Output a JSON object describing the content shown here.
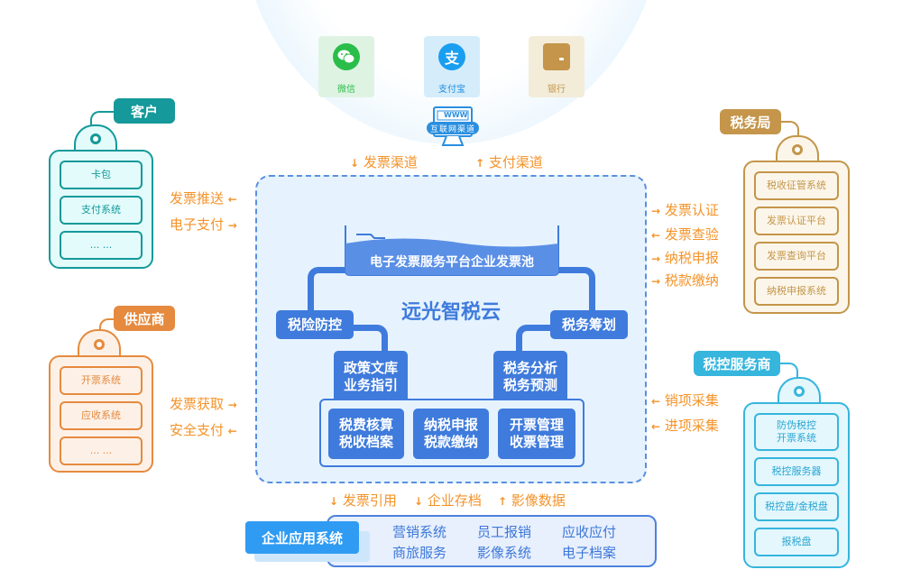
{
  "payment_channels": [
    {
      "label": "微信",
      "icon": "wechat-icon",
      "color": "#2bbd4a"
    },
    {
      "label": "支付宝",
      "icon": "alipay-icon",
      "color": "#1a9ef0"
    },
    {
      "label": "银行",
      "icon": "bank-card-icon",
      "color": "#c4954a"
    }
  ],
  "internet_channel": {
    "screen_text": "WWW",
    "label": "互联网渠道"
  },
  "top_flows": {
    "invoice_channel": "发票渠道",
    "payment_channel": "支付渠道"
  },
  "customer": {
    "title": "客户",
    "items": [
      "卡包",
      "支付系统",
      "... ..."
    ],
    "flows": [
      {
        "label": "发票推送",
        "direction": "left"
      },
      {
        "label": "电子支付",
        "direction": "right"
      }
    ]
  },
  "supplier": {
    "title": "供应商",
    "items": [
      "开票系统",
      "应收系统",
      "... ..."
    ],
    "flows": [
      {
        "label": "发票获取",
        "direction": "right"
      },
      {
        "label": "安全支付",
        "direction": "left"
      }
    ]
  },
  "tax_bureau": {
    "title": "税务局",
    "items": [
      "税收征管系统",
      "发票认证平台",
      "发票查询平台",
      "纳税申报系统"
    ],
    "flows": [
      {
        "label": "发票认证",
        "direction": "right"
      },
      {
        "label": "发票查验",
        "direction": "left"
      },
      {
        "label": "纳税申报",
        "direction": "right"
      },
      {
        "label": "税款缴纳",
        "direction": "right"
      }
    ]
  },
  "tax_control_provider": {
    "title": "税控服务商",
    "items": [
      "防伪税控\n开票系统",
      "税控服务器",
      "税控盘/金税盘",
      "报税盘"
    ],
    "flows": [
      {
        "label": "销项采集",
        "direction": "left"
      },
      {
        "label": "进项采集",
        "direction": "left"
      }
    ]
  },
  "core": {
    "invoice_pool": "电子发票服务平台企业发票池",
    "title": "远光智税云",
    "risk_control": "税险防控",
    "tax_planning": "税务筹划",
    "policy_library": [
      "政策文库",
      "业务指引"
    ],
    "tax_analysis": [
      "税务分析",
      "税务预测"
    ],
    "modules": [
      [
        "税费核算",
        "税收档案"
      ],
      [
        "纳税申报",
        "税款缴纳"
      ],
      [
        "开票管理",
        "收票管理"
      ]
    ]
  },
  "bottom_flows": [
    {
      "label": "发票引用",
      "direction": "down"
    },
    {
      "label": "企业存档",
      "direction": "down"
    },
    {
      "label": "影像数据",
      "direction": "up"
    }
  ],
  "enterprise_systems": {
    "title": "企业应用系统",
    "items": [
      "营销系统",
      "员工报销",
      "应收应付",
      "商旅服务",
      "影像系统",
      "电子档案"
    ]
  },
  "colors": {
    "customer": "#15999a",
    "supplier": "#e58a3e",
    "tax_bureau": "#c4954a",
    "tax_control": "#36b5dd",
    "core_blue": "#3f7bdc",
    "flow_orange": "#f4932a"
  }
}
